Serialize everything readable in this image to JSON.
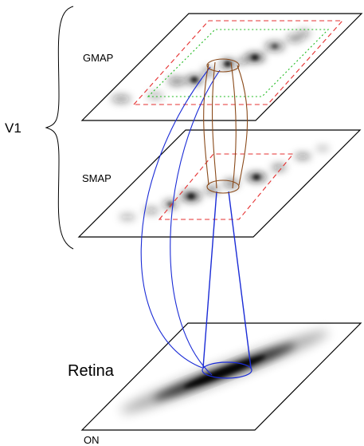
{
  "labels": {
    "v1": "V1",
    "gmap": "GMAP",
    "smap": "SMAP",
    "retina": "Retina",
    "on": "ON"
  },
  "colors": {
    "plane_edge": "#000000",
    "dashed_red": "#e53030",
    "dotted_green": "#22bb22",
    "afferent_blue": "#1a2bd6",
    "lateral_brown": "#8a4a1a",
    "activity": "#1a1a1a"
  },
  "layers": [
    "GMAP",
    "SMAP",
    "Retina"
  ],
  "stimulus": "oriented-bar"
}
